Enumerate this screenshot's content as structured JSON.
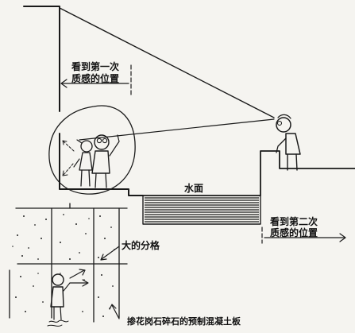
{
  "labels": {
    "first_view_line1": "看到第一次",
    "first_view_line2": "质感的位置",
    "water_surface": "水面",
    "second_view_line1": "看到第二次",
    "second_view_line2": "质感的位置",
    "large_grid": "大的分格",
    "concrete_panel": "掺花岗石碎石的预制混凝土板"
  }
}
